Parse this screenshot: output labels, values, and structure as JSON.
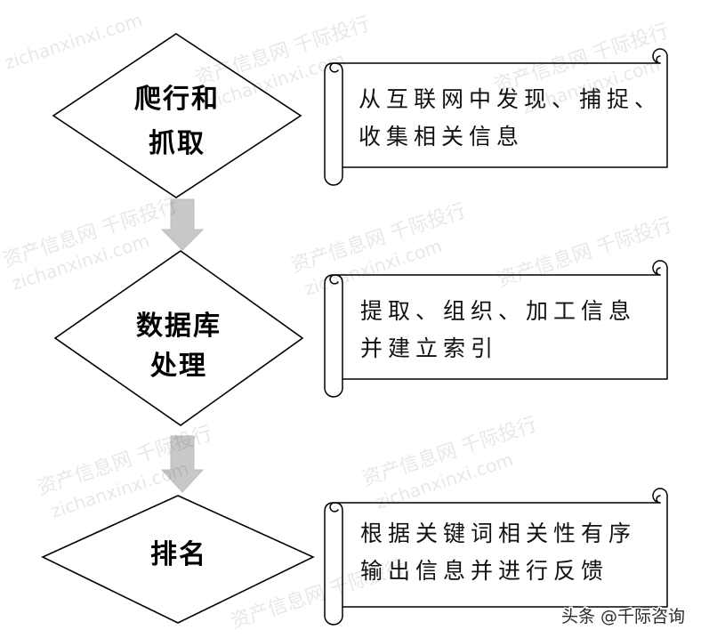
{
  "diagram": {
    "steps": [
      {
        "label_lines": [
          "爬行和",
          "抓取"
        ],
        "description_lines": [
          "从互联网中发现、捕捉、",
          "收集相关信息"
        ]
      },
      {
        "label_lines": [
          "数据库",
          "处理"
        ],
        "description_lines": [
          "提取、组织、加工信息",
          "并建立索引"
        ]
      },
      {
        "label_lines": [
          "排名"
        ],
        "description_lines": [
          "根据关键词相关性有序",
          "输出信息并进行反馈"
        ]
      }
    ]
  },
  "watermark": {
    "site_name": "资产信息网 千际投行",
    "site_url": "zichanxinxi.com"
  },
  "credit": "头条 @千际咨询",
  "colors": {
    "outline": "#000000",
    "arrow_fill": "#c8c8c8",
    "watermark": "#000000"
  }
}
